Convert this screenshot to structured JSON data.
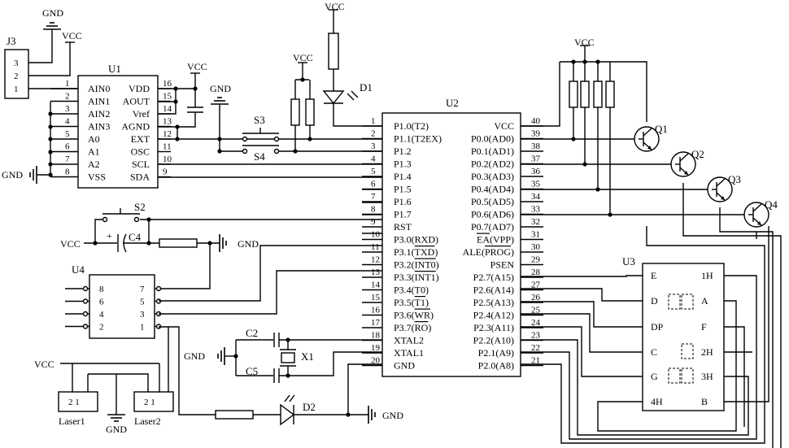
{
  "refs": {
    "J3": "J3",
    "U1": "U1",
    "U2": "U2",
    "U3": "U3",
    "U4": "U4",
    "D1": "D1",
    "D2": "D2",
    "S2": "S2",
    "S3": "S3",
    "S4": "S4",
    "C2": "C2",
    "C4": "C4",
    "C5": "C5",
    "X1": "X1",
    "Q1": "Q1",
    "Q2": "Q2",
    "Q3": "Q3",
    "Q4": "Q4",
    "Laser1": "Laser1",
    "Laser2": "Laser2"
  },
  "power": {
    "vcc": "VCC",
    "gnd": "GND"
  },
  "j3": {
    "pins": [
      "3",
      "2",
      "1"
    ]
  },
  "u1": {
    "left": [
      {
        "num": "1",
        "name": "AIN0"
      },
      {
        "num": "2",
        "name": "AIN1"
      },
      {
        "num": "3",
        "name": "AIN2"
      },
      {
        "num": "4",
        "name": "AIN3"
      },
      {
        "num": "5",
        "name": "A0"
      },
      {
        "num": "6",
        "name": "A1"
      },
      {
        "num": "7",
        "name": "A2"
      },
      {
        "num": "8",
        "name": "VSS"
      }
    ],
    "right": [
      {
        "num": "16",
        "name": "VDD"
      },
      {
        "num": "15",
        "name": "AOUT"
      },
      {
        "num": "14",
        "name": "Vref"
      },
      {
        "num": "13",
        "name": "AGND"
      },
      {
        "num": "12",
        "name": "EXT"
      },
      {
        "num": "11",
        "name": "OSC"
      },
      {
        "num": "10",
        "name": "SCL"
      },
      {
        "num": "9",
        "name": "SDA"
      }
    ]
  },
  "u2": {
    "left": [
      {
        "num": "1",
        "name": "P1.0(T2)"
      },
      {
        "num": "2",
        "name": "P1.1(T2EX)"
      },
      {
        "num": "3",
        "name": "P1.2"
      },
      {
        "num": "4",
        "name": "P1.3"
      },
      {
        "num": "5",
        "name": "P1.4"
      },
      {
        "num": "6",
        "name": "P1.5"
      },
      {
        "num": "7",
        "name": "P1.6"
      },
      {
        "num": "8",
        "name": "P1.7"
      },
      {
        "num": "9",
        "name": "RST"
      },
      {
        "num": "10",
        "name": "P3.0(RXD)"
      },
      {
        "num": "11",
        "name": "P3.1(TXD)"
      },
      {
        "num": "12",
        "name": "P3.2(INT0)"
      },
      {
        "num": "13",
        "name": "P3.3(INT1)"
      },
      {
        "num": "14",
        "name": "P3.4(T0)"
      },
      {
        "num": "15",
        "name": "P3.5(T1)"
      },
      {
        "num": "16",
        "name": "P3.6(WR)"
      },
      {
        "num": "17",
        "name": "P3.7(RO)"
      },
      {
        "num": "18",
        "name": "XTAL2"
      },
      {
        "num": "19",
        "name": "XTAL1"
      },
      {
        "num": "20",
        "name": "GND"
      }
    ],
    "right": [
      {
        "num": "40",
        "name": "VCC"
      },
      {
        "num": "39",
        "name": "P0.0(AD0)"
      },
      {
        "num": "38",
        "name": "P0.1(AD1)"
      },
      {
        "num": "37",
        "name": "P0.2(AD2)"
      },
      {
        "num": "36",
        "name": "P0.3(AD3)"
      },
      {
        "num": "35",
        "name": "P0.4(AD4)"
      },
      {
        "num": "34",
        "name": "P0.5(AD5)"
      },
      {
        "num": "33",
        "name": "P0.6(AD6)"
      },
      {
        "num": "32",
        "name": "P0.7(AD7)"
      },
      {
        "num": "31",
        "name": "EA(VPP)"
      },
      {
        "num": "30",
        "name": "ALE(PROG)"
      },
      {
        "num": "29",
        "name": "PSEN"
      },
      {
        "num": "28",
        "name": "P2.7(A15)"
      },
      {
        "num": "27",
        "name": "P2.6(A14)"
      },
      {
        "num": "26",
        "name": "P2.5(A13)"
      },
      {
        "num": "25",
        "name": "P2.4(A12)"
      },
      {
        "num": "24",
        "name": "P2.3(A11)"
      },
      {
        "num": "23",
        "name": "P2.2(A10)"
      },
      {
        "num": "22",
        "name": "P2.1(A9)"
      },
      {
        "num": "21",
        "name": "P2.0(A8)"
      }
    ]
  },
  "u3": {
    "left": [
      "E",
      "D",
      "DP",
      "C",
      "G",
      "4H"
    ],
    "right": [
      "1H",
      "A",
      "F",
      "2H",
      "3H",
      "B"
    ]
  },
  "u4": {
    "left": [
      "8",
      "6",
      "4",
      "2"
    ],
    "right": [
      "7",
      "5",
      "3",
      "1"
    ]
  },
  "laser": {
    "pins": "2 1"
  }
}
